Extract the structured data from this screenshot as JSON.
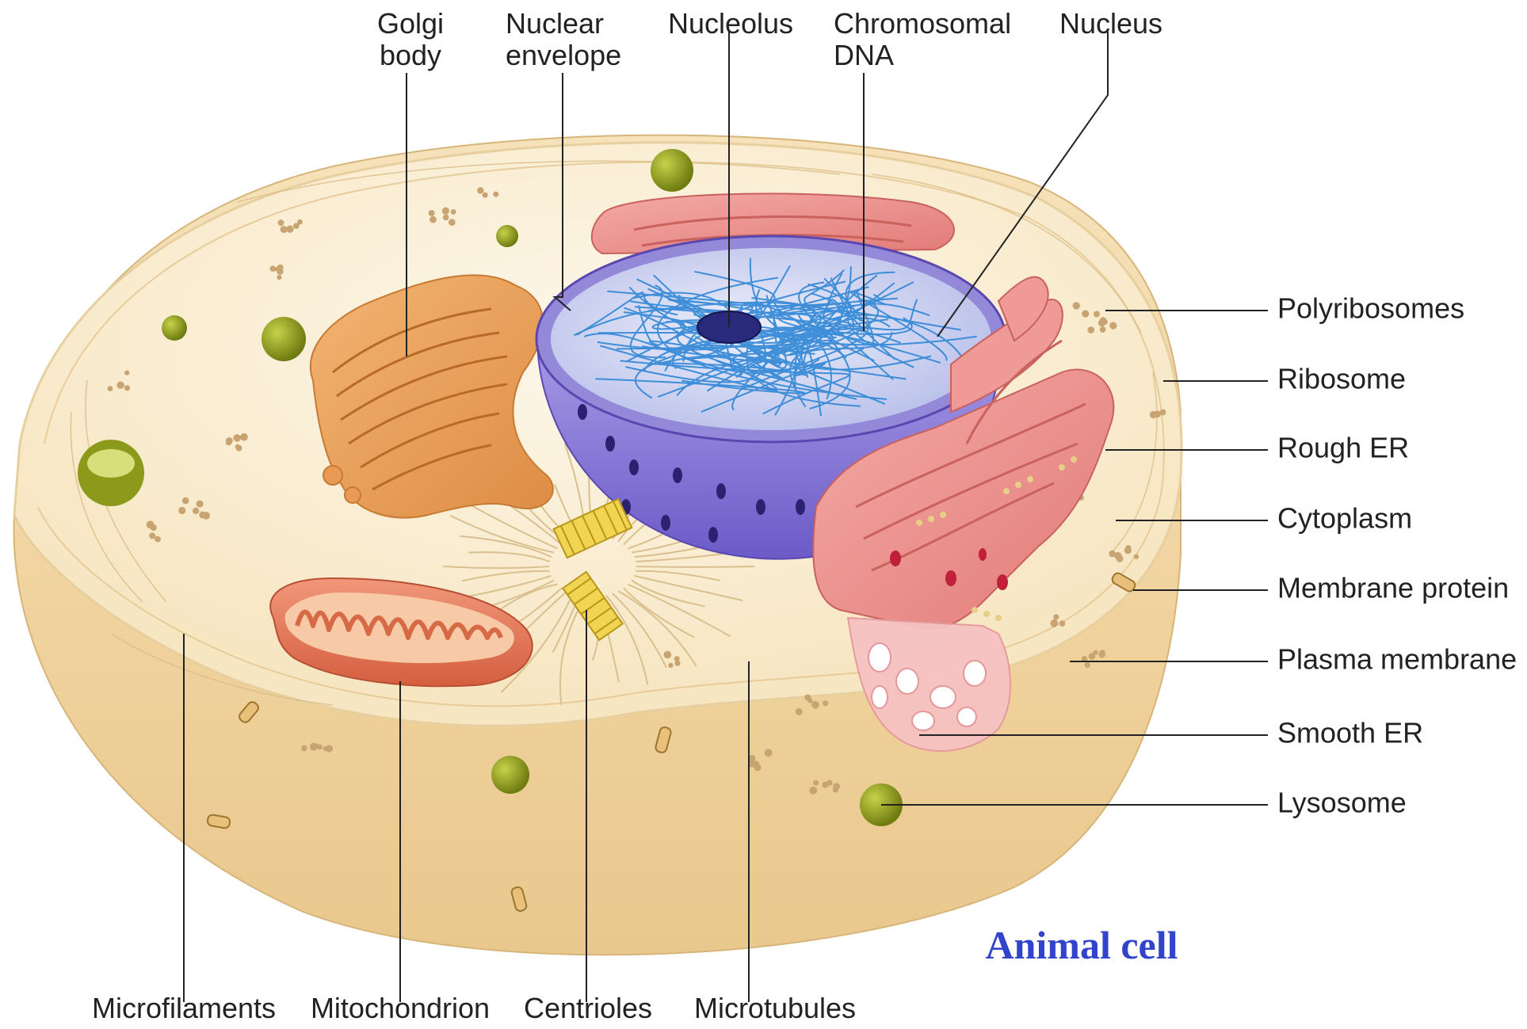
{
  "diagram": {
    "caption": "Animal cell",
    "caption_color": "#3344cc",
    "colors": {
      "cytoplasm": "#fbf1dc",
      "cell_wall": "#f1d6a4",
      "nucleus_blue": "#4a90d9",
      "nucleus_purple": "#8a78d6",
      "golgi": "#e9a25c",
      "rough_er": "#e98a86",
      "mitochondrion": "#e7785a",
      "lysosome": "#8c9a1c",
      "centriole": "#e8c83a"
    },
    "labels_top": [
      {
        "line1": "Golgi",
        "line2": "body"
      },
      {
        "line1": "Nuclear",
        "line2": "envelope"
      },
      {
        "line1": "Nucleolus",
        "line2": ""
      },
      {
        "line1": "Chromosomal",
        "line2": "DNA"
      },
      {
        "line1": "Nucleus",
        "line2": ""
      }
    ],
    "labels_right": [
      "Polyribosomes",
      "Ribosome",
      "Rough ER",
      "Cytoplasm",
      "Membrane protein",
      "Plasma membrane",
      "Smooth ER",
      "Lysosome"
    ],
    "labels_bottom": [
      "Microfilaments",
      "Mitochondrion",
      "Centrioles",
      "Microtubules"
    ]
  }
}
